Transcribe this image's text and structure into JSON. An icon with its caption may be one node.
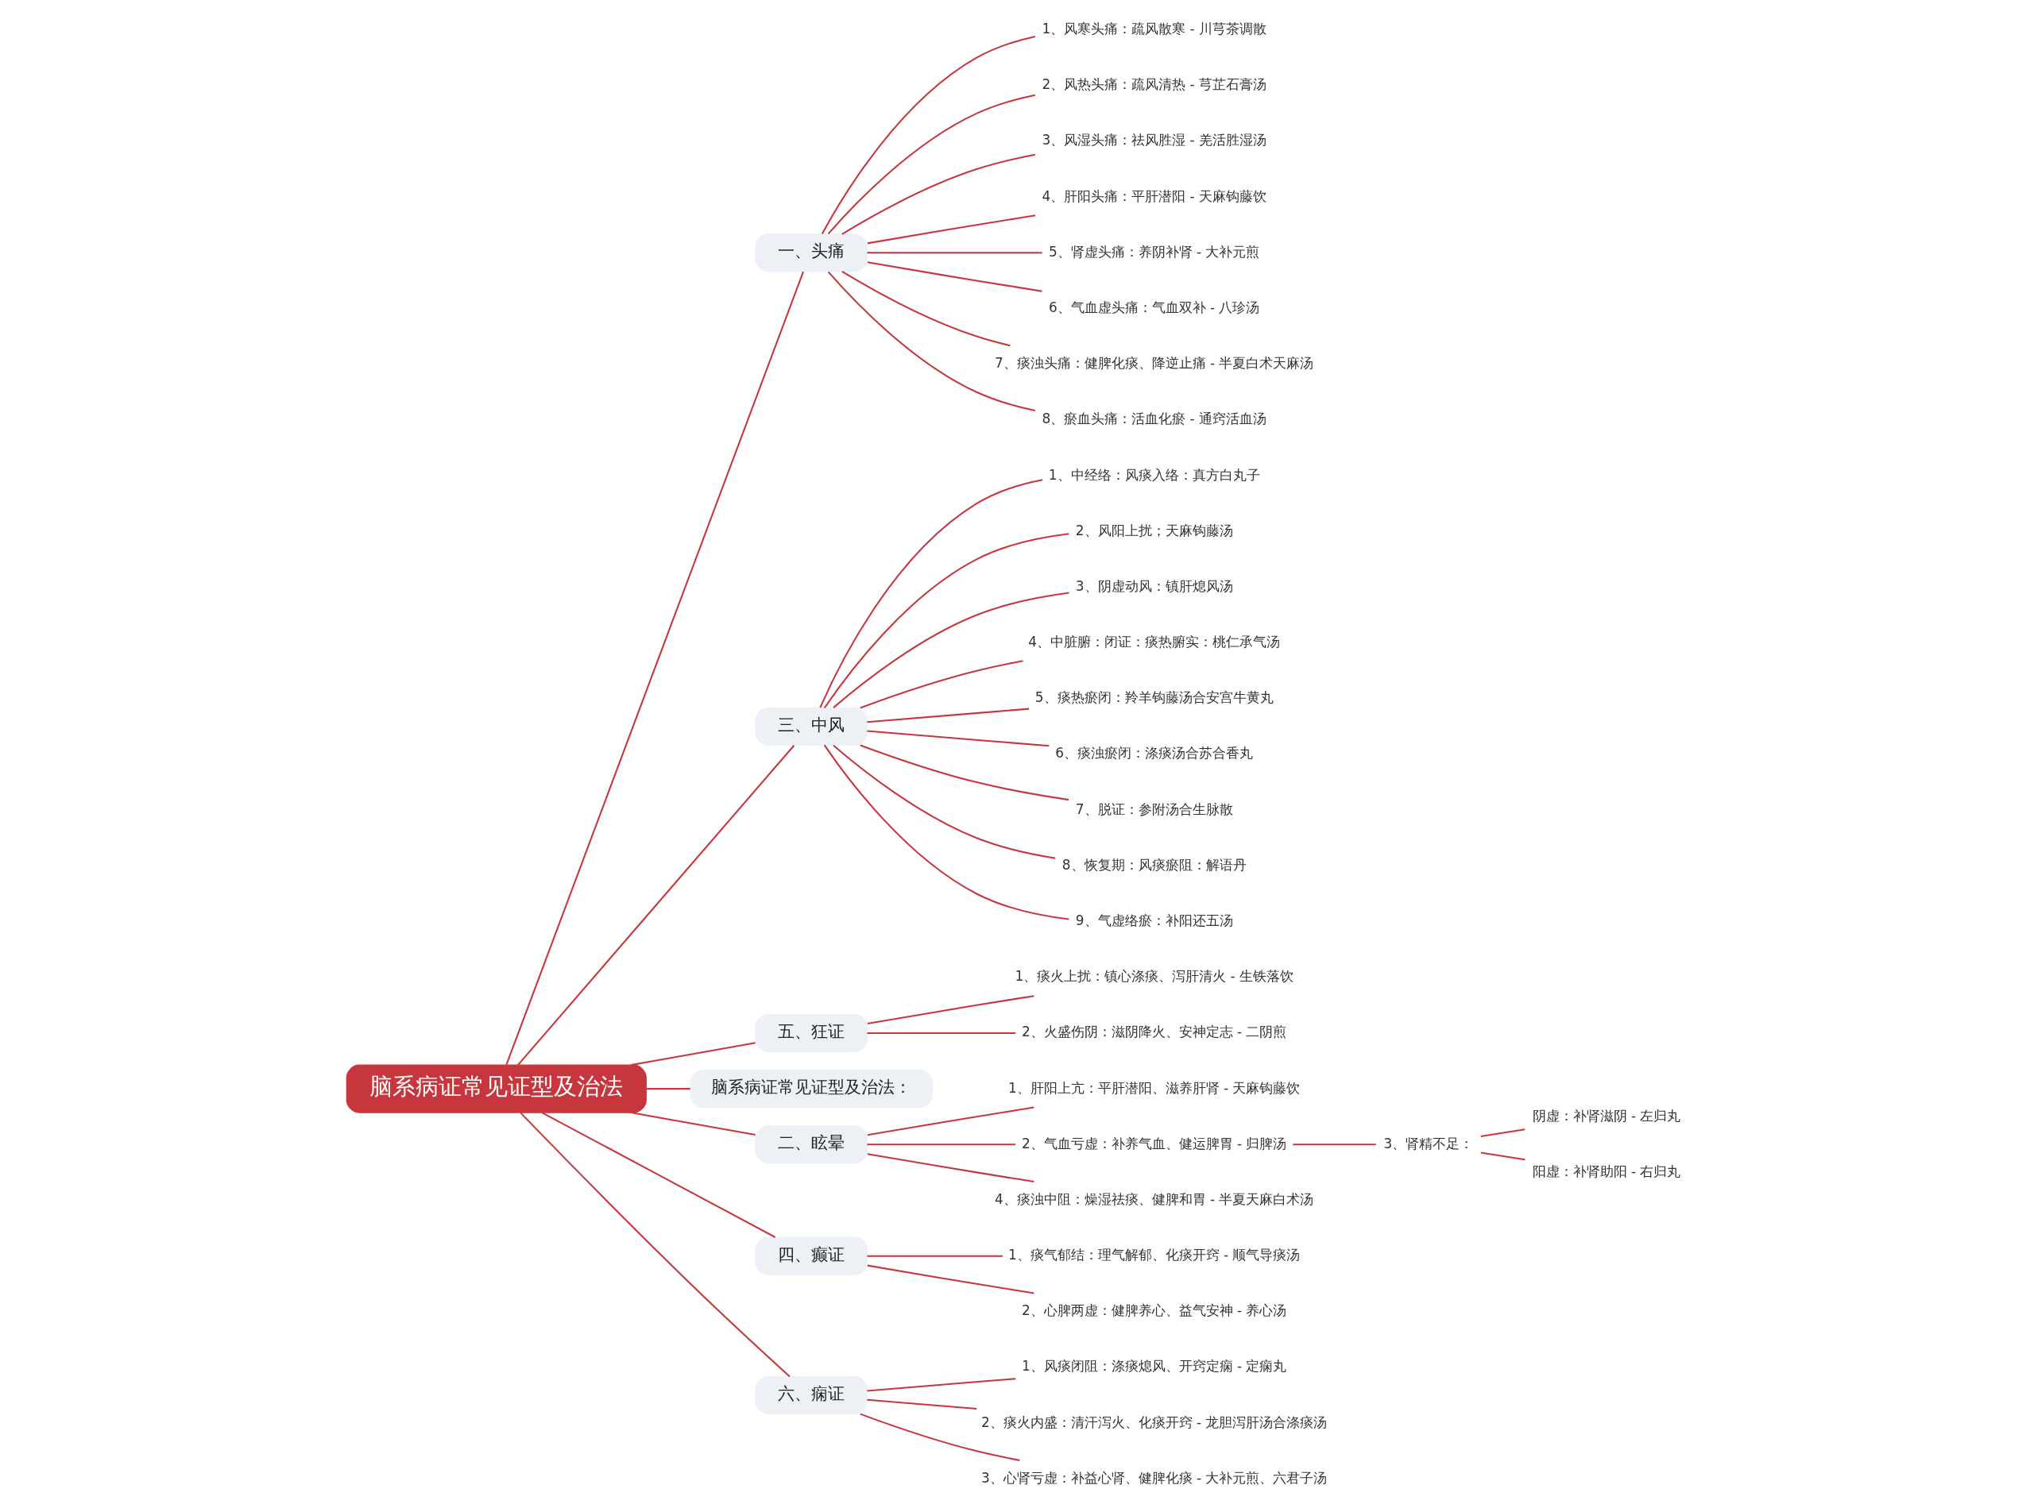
{
  "diagram": {
    "nodes": [
      {
        "text": [
          "脑系病证常见证型及治法"
        ]
      },
      {
        "text": [
          "一、头痛"
        ]
      },
      {
        "text": [
          "1、风寒头痛：疏风散寒 - 川芎茶调散"
        ]
      },
      {
        "text": [
          "2、风热头痛：疏风清热 - 芎芷石膏汤"
        ]
      },
      {
        "text": [
          "3、风湿头痛：祛风胜湿 - 羌活胜湿汤"
        ]
      },
      {
        "text": [
          "4、肝阳头痛：平肝潜阳 - 天麻钩藤饮"
        ]
      },
      {
        "text": [
          "5、肾虚头痛：养阴补肾 - 大补元煎"
        ]
      },
      {
        "text": [
          "6、气血虚头痛：气血双补 - 八珍汤"
        ]
      },
      {
        "text": [
          "7、痰浊头痛：健脾化痰、降逆止痛 - 半夏白术天麻汤"
        ]
      },
      {
        "text": [
          "8、瘀血头痛：活血化瘀 - 通窍活血汤"
        ]
      },
      {
        "text": [
          "三、中风"
        ]
      },
      {
        "text": [
          "1、中经络：风痰入络：真方白丸子"
        ]
      },
      {
        "text": [
          "2、风阳上扰；天麻钩藤汤"
        ]
      },
      {
        "text": [
          "3、阴虚动风：镇肝熄风汤"
        ]
      },
      {
        "text": [
          "4、中脏腑：闭证：痰热腑实：桃仁承气汤"
        ]
      },
      {
        "text": [
          "5、痰热瘀闭：羚羊钩藤汤合安宫牛黄丸"
        ]
      },
      {
        "text": [
          "6、痰浊瘀闭：涤痰汤合苏合香丸"
        ]
      },
      {
        "text": [
          "7、脱证：参附汤合生脉散"
        ]
      },
      {
        "text": [
          "8、恢复期：风痰瘀阻：解语丹"
        ]
      },
      {
        "text": [
          "9、气虚络瘀：补阳还五汤"
        ]
      },
      {
        "text": [
          "五、狂证"
        ]
      },
      {
        "text": [
          "1、痰火上扰：镇心涤痰、泻肝清火 - 生铁落饮"
        ]
      },
      {
        "text": [
          "2、火盛伤阴：滋阴降火、安神定志 - 二阴煎"
        ]
      },
      {
        "text": [
          "脑系病证常见证型及治法："
        ]
      },
      {
        "text": [
          "二、眩晕"
        ]
      },
      {
        "text": [
          "1、肝阳上亢：平肝潜阳、滋养肝肾 - 天麻钩藤饮"
        ]
      },
      {
        "text": [
          "2、气血亏虚：补养气血、健运脾胃 - 归脾汤"
        ]
      },
      {
        "text": [
          "3、肾精不足："
        ]
      },
      {
        "text": [
          "阴虚：补肾滋阴 - 左归丸"
        ]
      },
      {
        "text": [
          "阳虚：补肾助阳 - 右归丸"
        ]
      },
      {
        "text": [
          "4、痰浊中阻：燥湿祛痰、健脾和胃 - 半夏天麻白术汤"
        ]
      },
      {
        "text": [
          "四、癫证"
        ]
      },
      {
        "text": [
          "1、痰气郁结：理气解郁、化痰开窍 - 顺气导痰汤"
        ]
      },
      {
        "text": [
          "2、心脾两虚：健脾养心、益气安神 - 养心汤"
        ]
      },
      {
        "text": [
          "六、痫证"
        ]
      },
      {
        "text": [
          "1、风痰闭阻：涤痰熄风、开窍定痫 - 定痫丸"
        ]
      },
      {
        "text": [
          "2、痰火内盛：清汗泻火、化痰开窍 - 龙胆泻肝汤合涤痰汤"
        ]
      },
      {
        "text": [
          "3、心肾亏虚：补益心肾、健脾化痰 - 大补元煎、六君子汤"
        ]
      }
    ],
    "edges": [
      {
        "from": 0,
        "to": 1,
        "arrow": "none"
      },
      {
        "from": 1,
        "to": 2,
        "arrow": "none"
      },
      {
        "from": 1,
        "to": 3,
        "arrow": "none"
      },
      {
        "from": 1,
        "to": 4,
        "arrow": "none"
      },
      {
        "from": 1,
        "to": 5,
        "arrow": "none"
      },
      {
        "from": 1,
        "to": 6,
        "arrow": "none"
      },
      {
        "from": 1,
        "to": 7,
        "arrow": "none"
      },
      {
        "from": 1,
        "to": 8,
        "arrow": "none"
      },
      {
        "from": 1,
        "to": 9,
        "arrow": "none"
      },
      {
        "from": 0,
        "to": 10,
        "arrow": "none"
      },
      {
        "from": 10,
        "to": 11,
        "arrow": "none"
      },
      {
        "from": 10,
        "to": 12,
        "arrow": "none"
      },
      {
        "from": 10,
        "to": 13,
        "arrow": "none"
      },
      {
        "from": 10,
        "to": 14,
        "arrow": "none"
      },
      {
        "from": 10,
        "to": 15,
        "arrow": "none"
      },
      {
        "from": 10,
        "to": 16,
        "arrow": "none"
      },
      {
        "from": 10,
        "to": 17,
        "arrow": "none"
      },
      {
        "from": 10,
        "to": 18,
        "arrow": "none"
      },
      {
        "from": 10,
        "to": 19,
        "arrow": "none"
      },
      {
        "from": 0,
        "to": 20,
        "arrow": "none"
      },
      {
        "from": 20,
        "to": 21,
        "arrow": "none"
      },
      {
        "from": 20,
        "to": 22,
        "arrow": "none"
      },
      {
        "from": 0,
        "to": 23,
        "arrow": "none"
      },
      {
        "from": 0,
        "to": 24,
        "arrow": "none"
      },
      {
        "from": 24,
        "to": 25,
        "arrow": "none"
      },
      {
        "from": 24,
        "to": 26,
        "arrow": "none"
      },
      {
        "from": 26,
        "to": 27,
        "arrow": "none"
      },
      {
        "from": 27,
        "to": 28,
        "arrow": "none"
      },
      {
        "from": 27,
        "to": 29,
        "arrow": "none"
      },
      {
        "from": 24,
        "to": 30,
        "arrow": "none"
      },
      {
        "from": 0,
        "to": 31,
        "arrow": "none"
      },
      {
        "from": 31,
        "to": 32,
        "arrow": "none"
      },
      {
        "from": 31,
        "to": 33,
        "arrow": "none"
      },
      {
        "from": 0,
        "to": 34,
        "arrow": "none"
      },
      {
        "from": 34,
        "to": 35,
        "arrow": "none"
      },
      {
        "from": 34,
        "to": 36,
        "arrow": "none"
      },
      {
        "from": 34,
        "to": 37,
        "arrow": "none"
      }
    ]
  }
}
